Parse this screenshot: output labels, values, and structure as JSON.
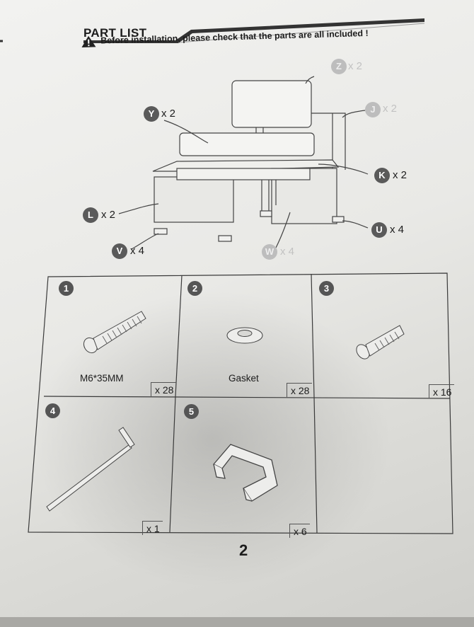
{
  "header": {
    "title": "PART LIST",
    "notice": "Before installation, please check that the parts are all included !"
  },
  "diagram_labels": [
    {
      "letter": "Z",
      "qty": "x 2",
      "faint": true
    },
    {
      "letter": "J",
      "qty": "x 2",
      "faint": true
    },
    {
      "letter": "Y",
      "qty": "x 2",
      "faint": false
    },
    {
      "letter": "K",
      "qty": "x 2",
      "faint": false
    },
    {
      "letter": "L",
      "qty": "x 2",
      "faint": false
    },
    {
      "letter": "U",
      "qty": "x 4",
      "faint": false
    },
    {
      "letter": "V",
      "qty": "x 4",
      "faint": false
    },
    {
      "letter": "W",
      "qty": "x 4",
      "faint": true
    }
  ],
  "parts": [
    {
      "number": "1",
      "icon": "bolt-long-icon",
      "caption": "M6*35MM",
      "count": "x 28"
    },
    {
      "number": "2",
      "icon": "washer-icon",
      "caption": "Gasket",
      "count": "x 28"
    },
    {
      "number": "3",
      "icon": "bolt-short-icon",
      "caption": "",
      "count": "x 16"
    },
    {
      "number": "4",
      "icon": "allen-key-icon",
      "caption": "",
      "count": "x 1"
    },
    {
      "number": "5",
      "icon": "clip-bracket-icon",
      "caption": "",
      "count": "x 6"
    }
  ],
  "footer": {
    "page_number": "2"
  }
}
